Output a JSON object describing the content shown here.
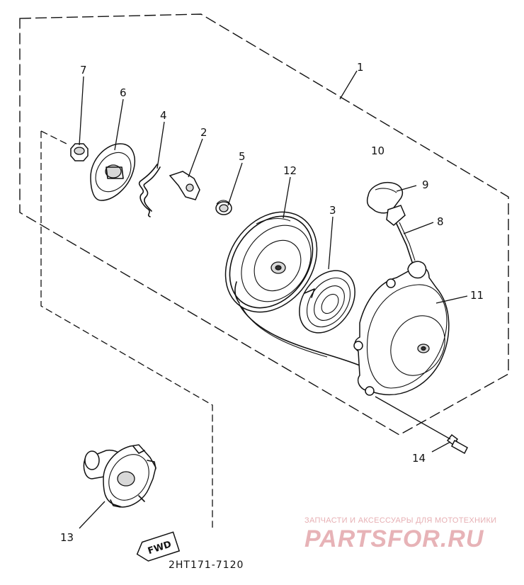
{
  "diagram": {
    "part_number": "2HT171-7120",
    "direction_label": "FWD",
    "callouts": [
      {
        "id": "c1",
        "label": "1"
      },
      {
        "id": "c2",
        "label": "2"
      },
      {
        "id": "c3",
        "label": "3"
      },
      {
        "id": "c4",
        "label": "4"
      },
      {
        "id": "c5",
        "label": "5"
      },
      {
        "id": "c6",
        "label": "6"
      },
      {
        "id": "c7",
        "label": "7"
      },
      {
        "id": "c8",
        "label": "8"
      },
      {
        "id": "c9",
        "label": "9"
      },
      {
        "id": "c10",
        "label": "10"
      },
      {
        "id": "c11",
        "label": "11"
      },
      {
        "id": "c12",
        "label": "12"
      },
      {
        "id": "c13",
        "label": "13"
      },
      {
        "id": "c14",
        "label": "14"
      }
    ]
  },
  "watermark": {
    "tagline": "ЗАПЧАСТИ И АКСЕССУАРЫ ДЛЯ МОТОТЕХНИКИ",
    "brand": "PARTSFOR.RU",
    "color": "#e7b3b7"
  }
}
